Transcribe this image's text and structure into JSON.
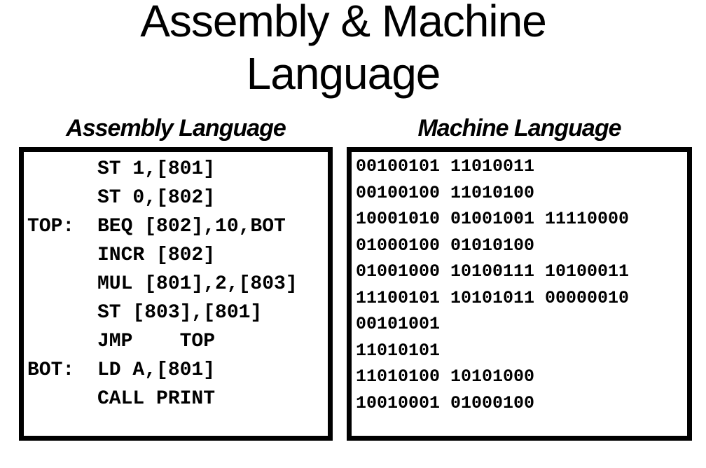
{
  "slide": {
    "title": "Assembly & Machine Language"
  },
  "colors": {
    "background": "#ffffff",
    "text": "#000000",
    "box_border": "#000000"
  },
  "assembly": {
    "heading": "Assembly Language",
    "lines": [
      {
        "label": "",
        "code": "ST 1,[801]"
      },
      {
        "label": "",
        "code": "ST 0,[802]"
      },
      {
        "label": "TOP:",
        "code": "BEQ [802],10,BOT"
      },
      {
        "label": "",
        "code": "INCR [802]"
      },
      {
        "label": "",
        "code": "MUL [801],2,[803]"
      },
      {
        "label": "",
        "code": "ST [803],[801]"
      },
      {
        "label": "",
        "code": "JMP    TOP"
      },
      {
        "label": "BOT:",
        "code": "LD A,[801]"
      },
      {
        "label": "",
        "code": "CALL PRINT"
      }
    ]
  },
  "machine": {
    "heading": "Machine Language",
    "lines": [
      "00100101 11010011",
      "00100100 11010100",
      "10001010 01001001 11110000",
      "01000100 01010100",
      "01001000 10100111 10100011",
      "11100101 10101011 00000010",
      "00101001",
      "11010101",
      "11010100 10101000",
      "10010001 01000100"
    ]
  }
}
